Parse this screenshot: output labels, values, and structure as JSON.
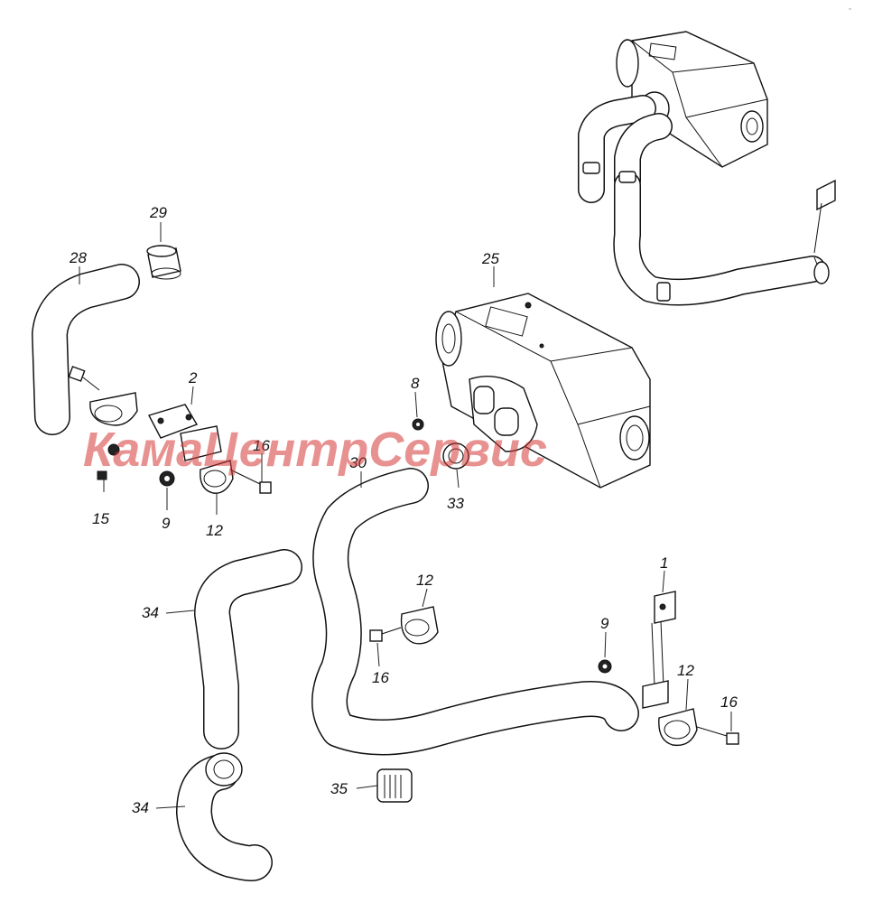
{
  "corner_mark": "≈",
  "watermark": "КамаЦентрСервис",
  "callouts": [
    {
      "id": "c1",
      "label": "1"
    },
    {
      "id": "c2",
      "label": "2"
    },
    {
      "id": "c8",
      "label": "8"
    },
    {
      "id": "c9a",
      "label": "9"
    },
    {
      "id": "c9b",
      "label": "9"
    },
    {
      "id": "c12a",
      "label": "12"
    },
    {
      "id": "c12b",
      "label": "12"
    },
    {
      "id": "c12c",
      "label": "12"
    },
    {
      "id": "c15",
      "label": "15"
    },
    {
      "id": "c16a",
      "label": "16"
    },
    {
      "id": "c16b",
      "label": "16"
    },
    {
      "id": "c16c",
      "label": "16"
    },
    {
      "id": "c25",
      "label": "25"
    },
    {
      "id": "c28",
      "label": "28"
    },
    {
      "id": "c29",
      "label": "29"
    },
    {
      "id": "c30",
      "label": "30"
    },
    {
      "id": "c33",
      "label": "33"
    },
    {
      "id": "c34a",
      "label": "34"
    },
    {
      "id": "c34b",
      "label": "34"
    },
    {
      "id": "c35",
      "label": "35"
    }
  ]
}
